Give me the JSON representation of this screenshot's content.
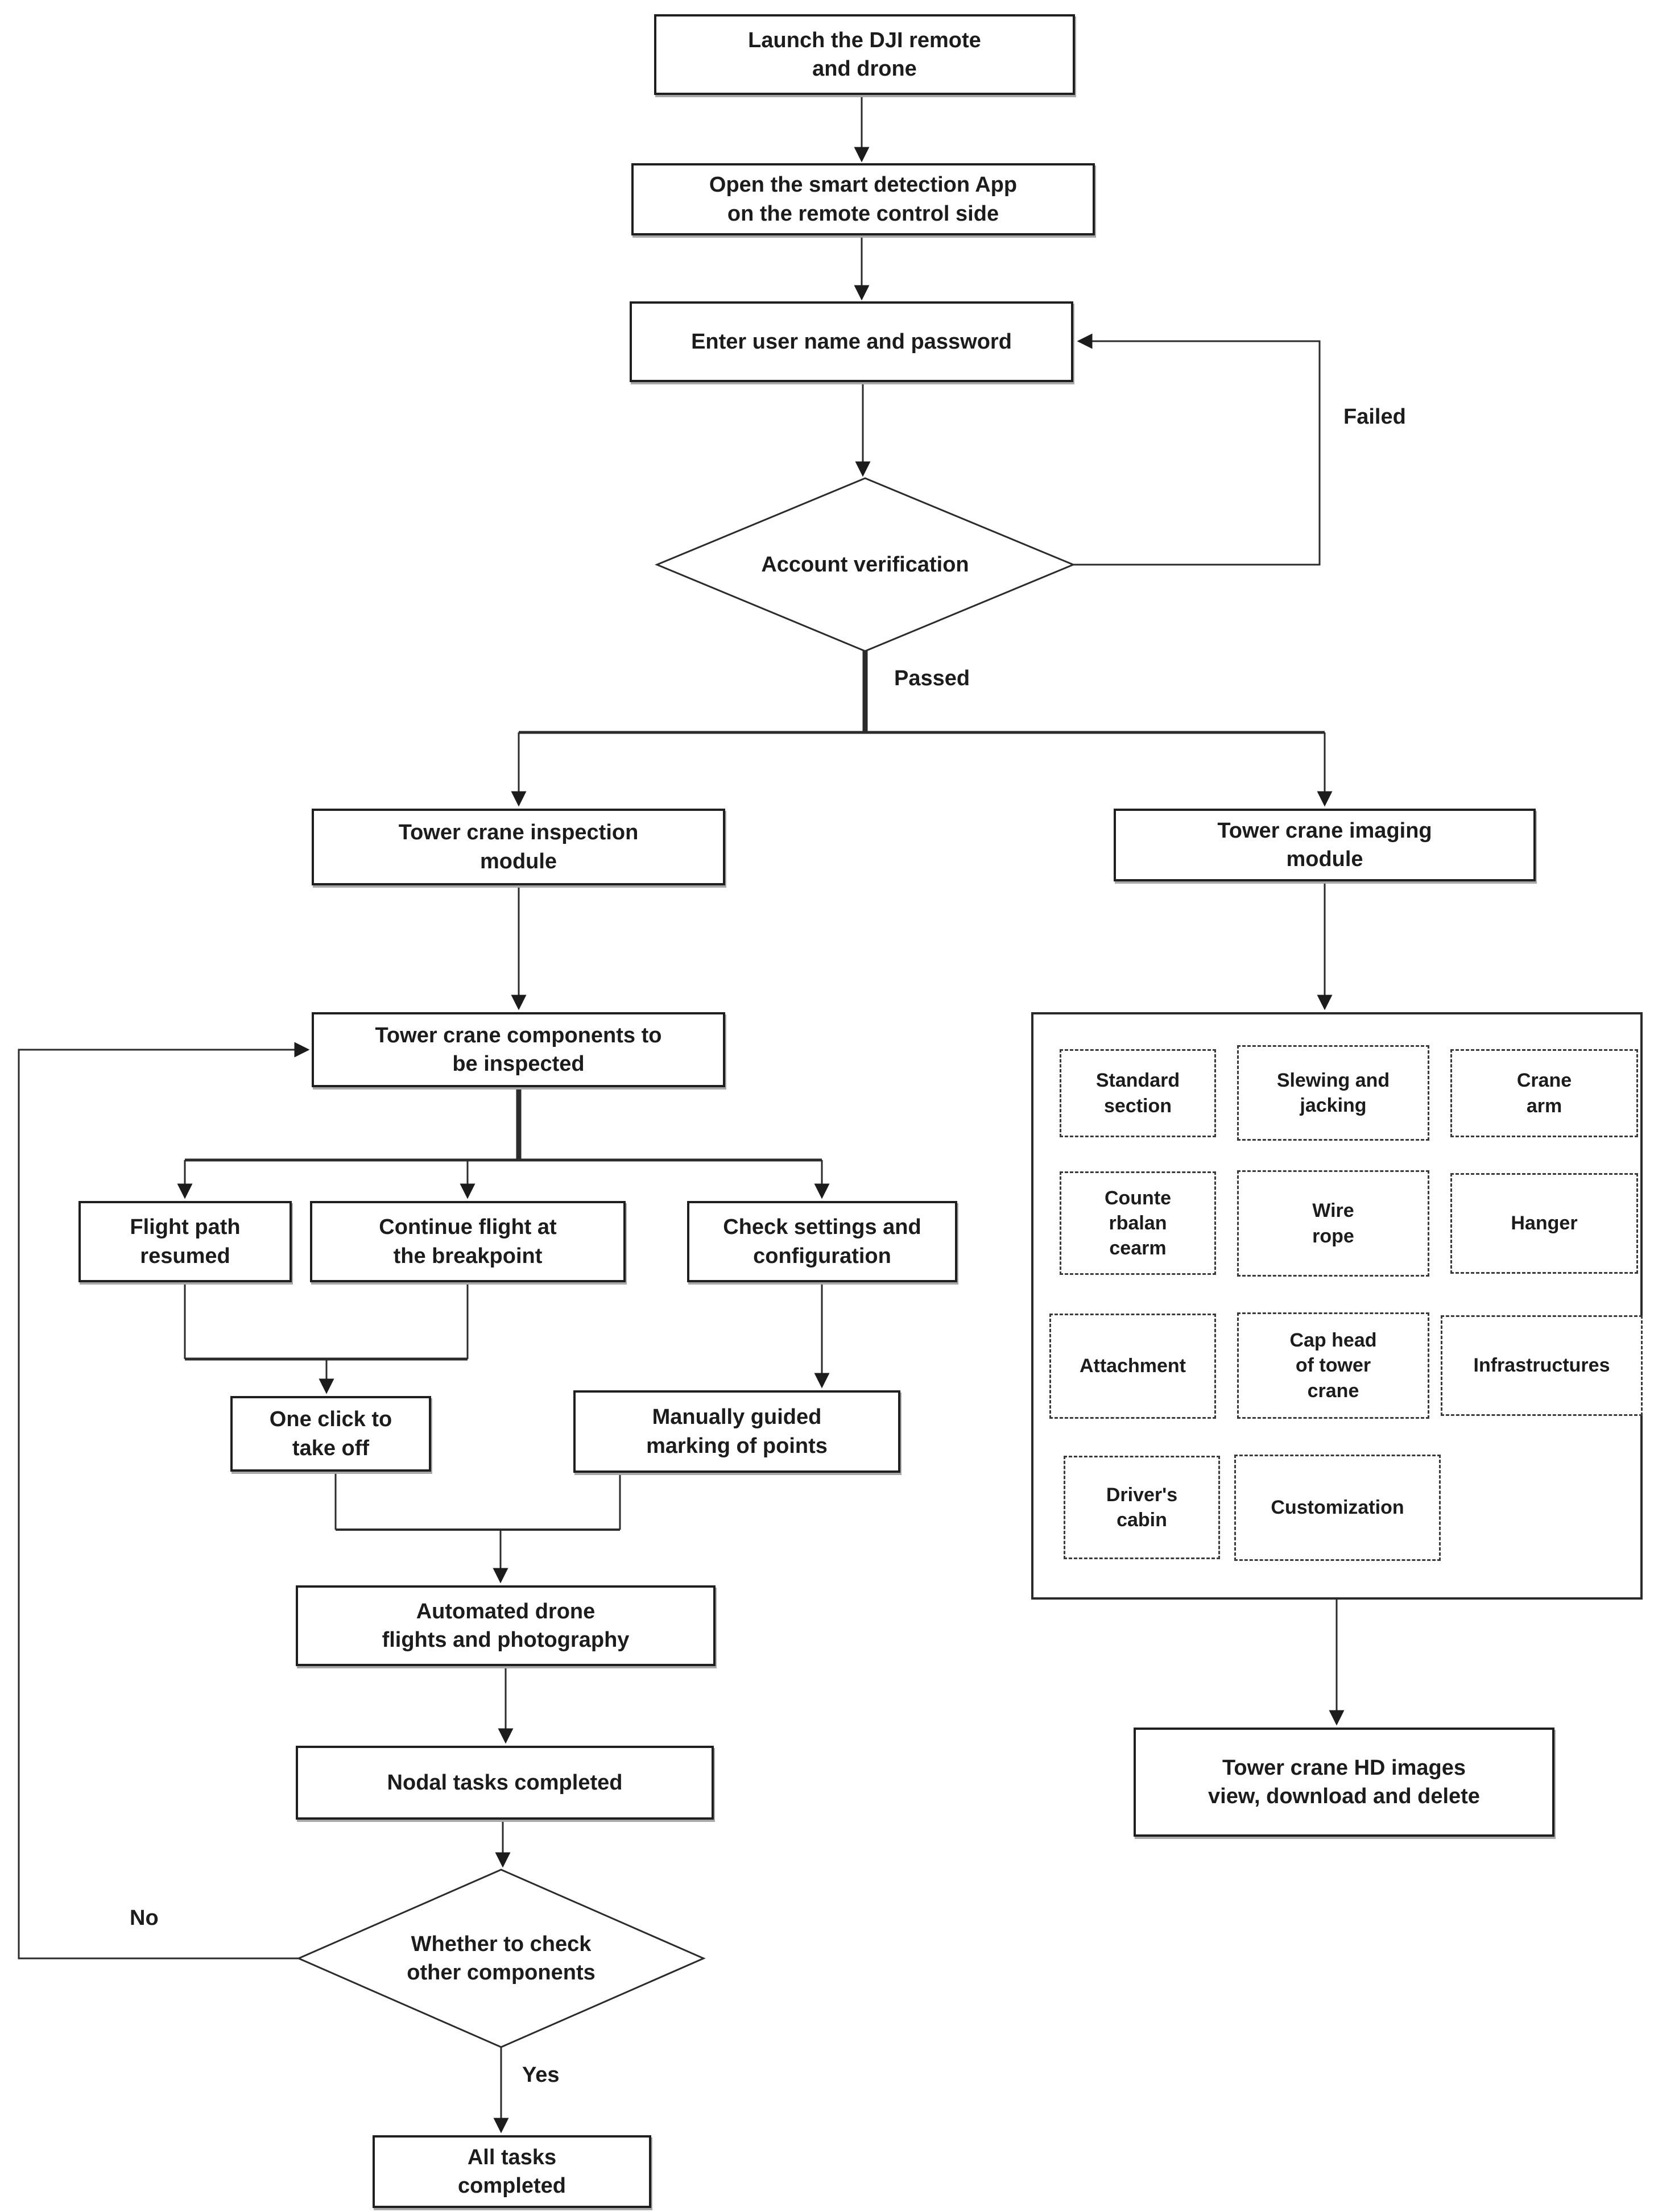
{
  "colors": {
    "ink": "#1c1c1c",
    "background": "#ffffff"
  },
  "flowchart": {
    "nodes": {
      "launch": "Launch the DJI remote\nand drone",
      "open_app": "Open the smart detection App\non the remote control side",
      "enter_credentials": "Enter user name and password",
      "account_verification": "Account verification",
      "inspection_module": "Tower crane inspection\nmodule",
      "imaging_module": "Tower crane imaging\nmodule",
      "components_to_inspect": "Tower crane components to\nbe inspected",
      "flight_path_resumed": "Flight path\nresumed",
      "continue_flight": "Continue flight at\nthe breakpoint",
      "check_settings": "Check settings and\nconfiguration",
      "one_click_takeoff": "One click to\ntake off",
      "manual_marking": "Manually guided\nmarking of points",
      "automated_flights": "Automated drone\nflights and photography",
      "nodal_tasks": "Nodal tasks completed",
      "whether_check_other": "Whether to check\nother components",
      "all_tasks": "All tasks\ncompleted",
      "hd_images": "Tower crane HD images\nview, download and delete"
    },
    "edge_labels": {
      "failed": "Failed",
      "passed": "Passed",
      "no": "No",
      "yes": "Yes"
    },
    "imaging_panel": {
      "items": [
        {
          "label": "Standard\nsection"
        },
        {
          "label": "Slewing and\njacking"
        },
        {
          "label": "Crane\narm"
        },
        {
          "label": "Counte\nrbalan\ncearm"
        },
        {
          "label": "Wire\nrope"
        },
        {
          "label": "Hanger"
        },
        {
          "label": "Attachment"
        },
        {
          "label": "Cap head\nof tower\ncrane"
        },
        {
          "label": "Infrastructures"
        },
        {
          "label": "Driver's\ncabin"
        },
        {
          "label": "Customization"
        }
      ]
    }
  }
}
